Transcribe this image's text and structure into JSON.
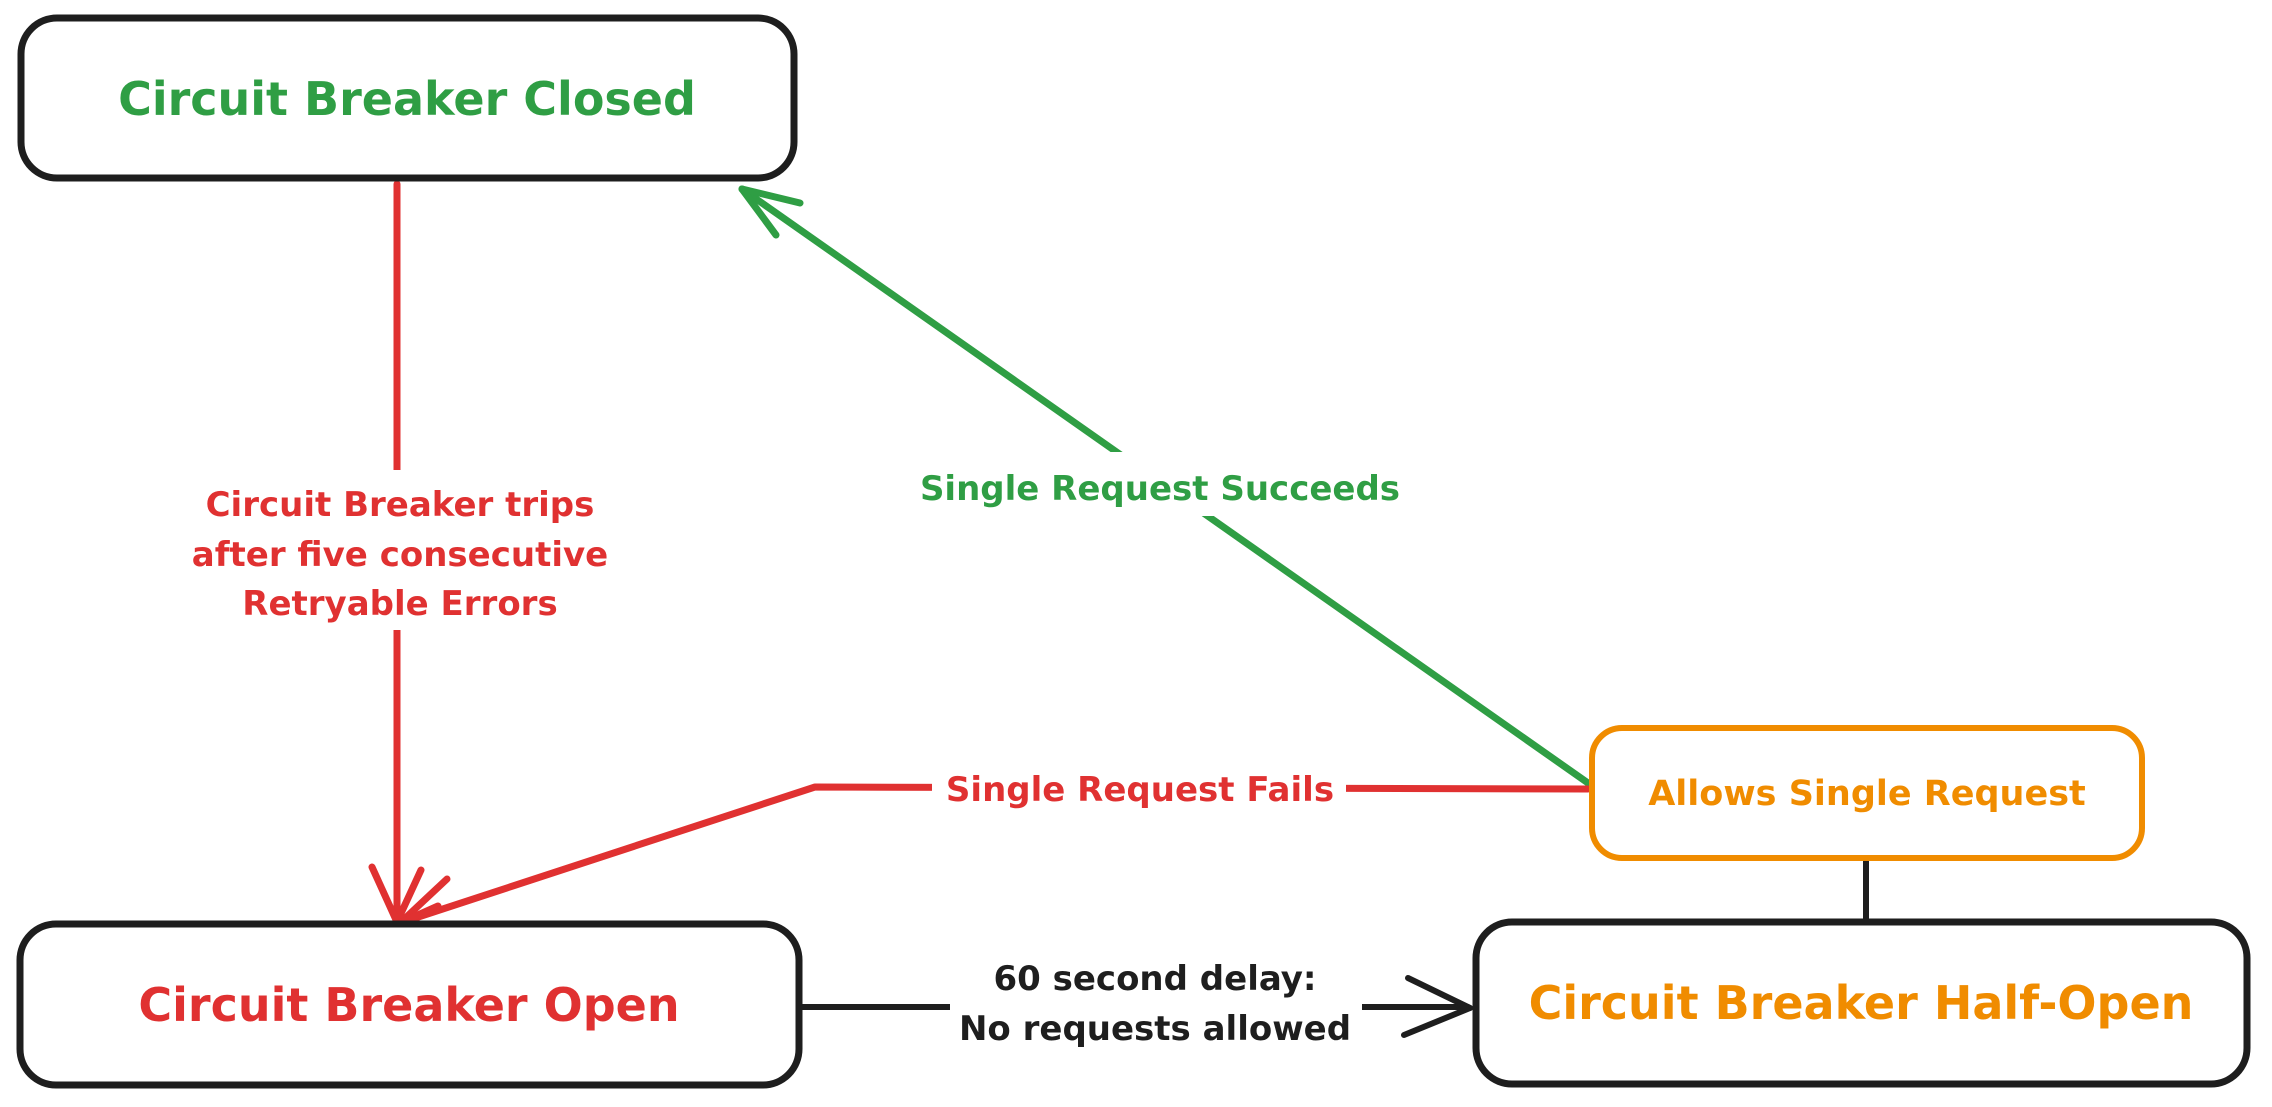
{
  "canvas": {
    "background_color": "#ffffff"
  },
  "nodes": {
    "closed": {
      "label": "Circuit Breaker Closed",
      "text_color": "#2f9e44",
      "border_color": "#1e1e1e"
    },
    "open": {
      "label": "Circuit Breaker Open",
      "text_color": "#e03131",
      "border_color": "#1e1e1e"
    },
    "half_open": {
      "label": "Circuit Breaker Half-Open",
      "text_color": "#f08c00",
      "border_color": "#1e1e1e"
    },
    "allows_single_request": {
      "label": "Allows Single Request",
      "text_color": "#f08c00",
      "border_color": "#f08c00"
    }
  },
  "edges": {
    "trips": {
      "from": "closed",
      "to": "open",
      "color": "#e03131",
      "lines": [
        "Circuit Breaker trips",
        "after five consecutive",
        "Retryable Errors"
      ]
    },
    "succeeds": {
      "from": "allows_single_request",
      "to": "closed",
      "color": "#2f9e44",
      "label": "Single Request Succeeds"
    },
    "fails": {
      "from": "allows_single_request",
      "to": "open",
      "color": "#e03131",
      "label": "Single Request Fails"
    },
    "delay": {
      "from": "open",
      "to": "half_open",
      "color": "#1e1e1e",
      "lines": [
        "60 second delay:",
        "No requests allowed"
      ]
    },
    "half_open_to_allows": {
      "from": "half_open",
      "to": "allows_single_request",
      "color": "#1e1e1e"
    }
  }
}
